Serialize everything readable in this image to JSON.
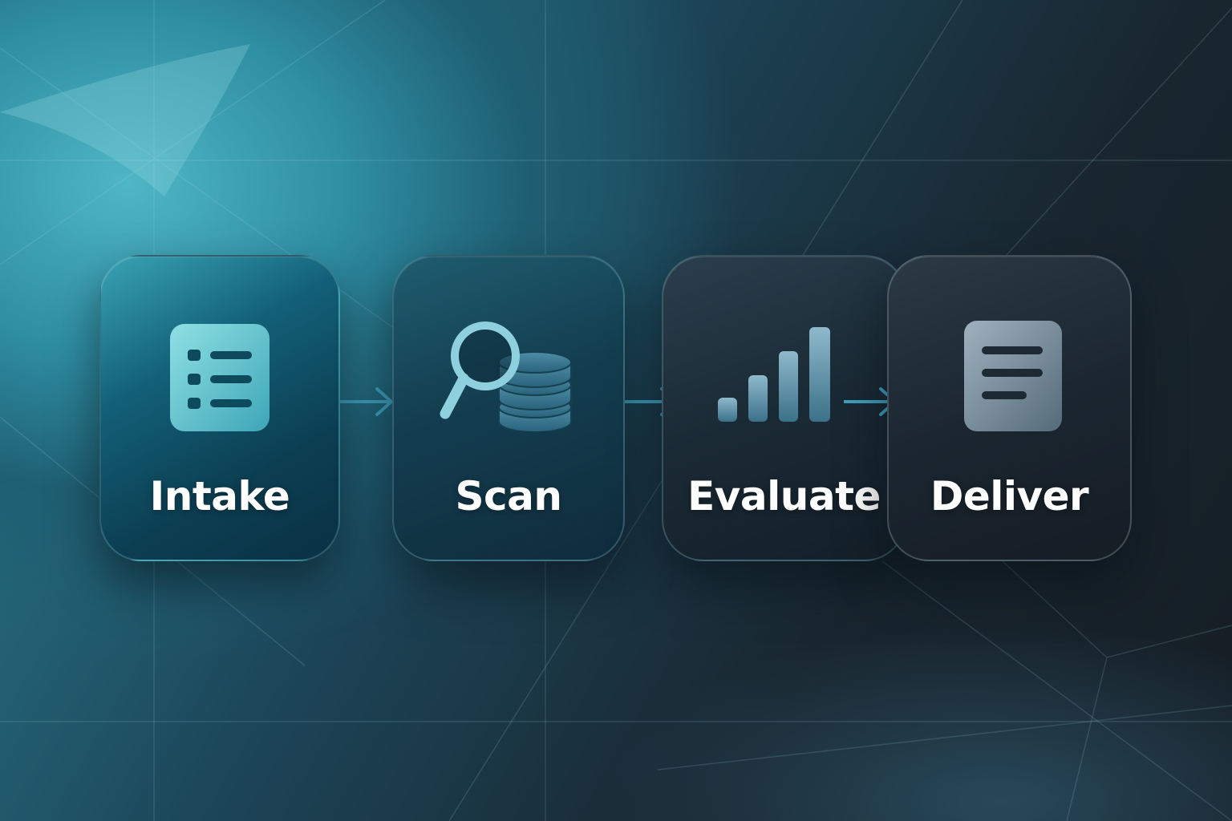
{
  "steps": [
    {
      "label": "Intake",
      "icon": "list-document-icon"
    },
    {
      "label": "Scan",
      "icon": "search-database-icon"
    },
    {
      "label": "Evaluate",
      "icon": "bar-chart-icon"
    },
    {
      "label": "Deliver",
      "icon": "text-document-icon"
    }
  ],
  "colors": {
    "accent": "#3f9fbf",
    "background_light": "#4fb6c4",
    "background_dark": "#151d24",
    "label": "#ffffff"
  }
}
